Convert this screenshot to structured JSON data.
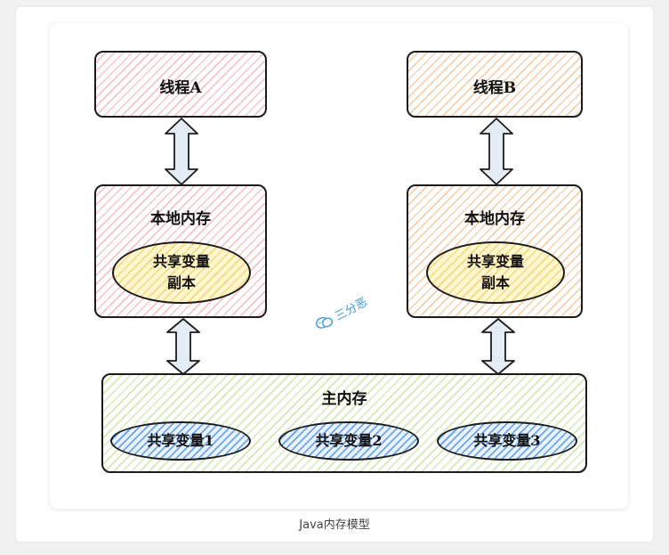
{
  "diagram": {
    "thread_a": "线程A",
    "thread_b": "线程B",
    "local_memory_a": "本地内存",
    "local_memory_b": "本地内存",
    "shared_copy_a": [
      "共享变量",
      "副本"
    ],
    "shared_copy_b": [
      "共享变量",
      "副本"
    ],
    "main_memory": "主内存",
    "shared_vars": [
      "共享变量1",
      "共享变量2",
      "共享变量3"
    ],
    "watermark": "三分恶"
  },
  "caption": "Java内存模型",
  "colors": {
    "pink_hatch": "#e996a0",
    "orange_hatch": "#ebaa6e",
    "green_hatch": "#afd778",
    "yellow_fill": "#fff7d0",
    "blue_hatch": "#468cdc",
    "watermark": "#3e9bd6"
  }
}
